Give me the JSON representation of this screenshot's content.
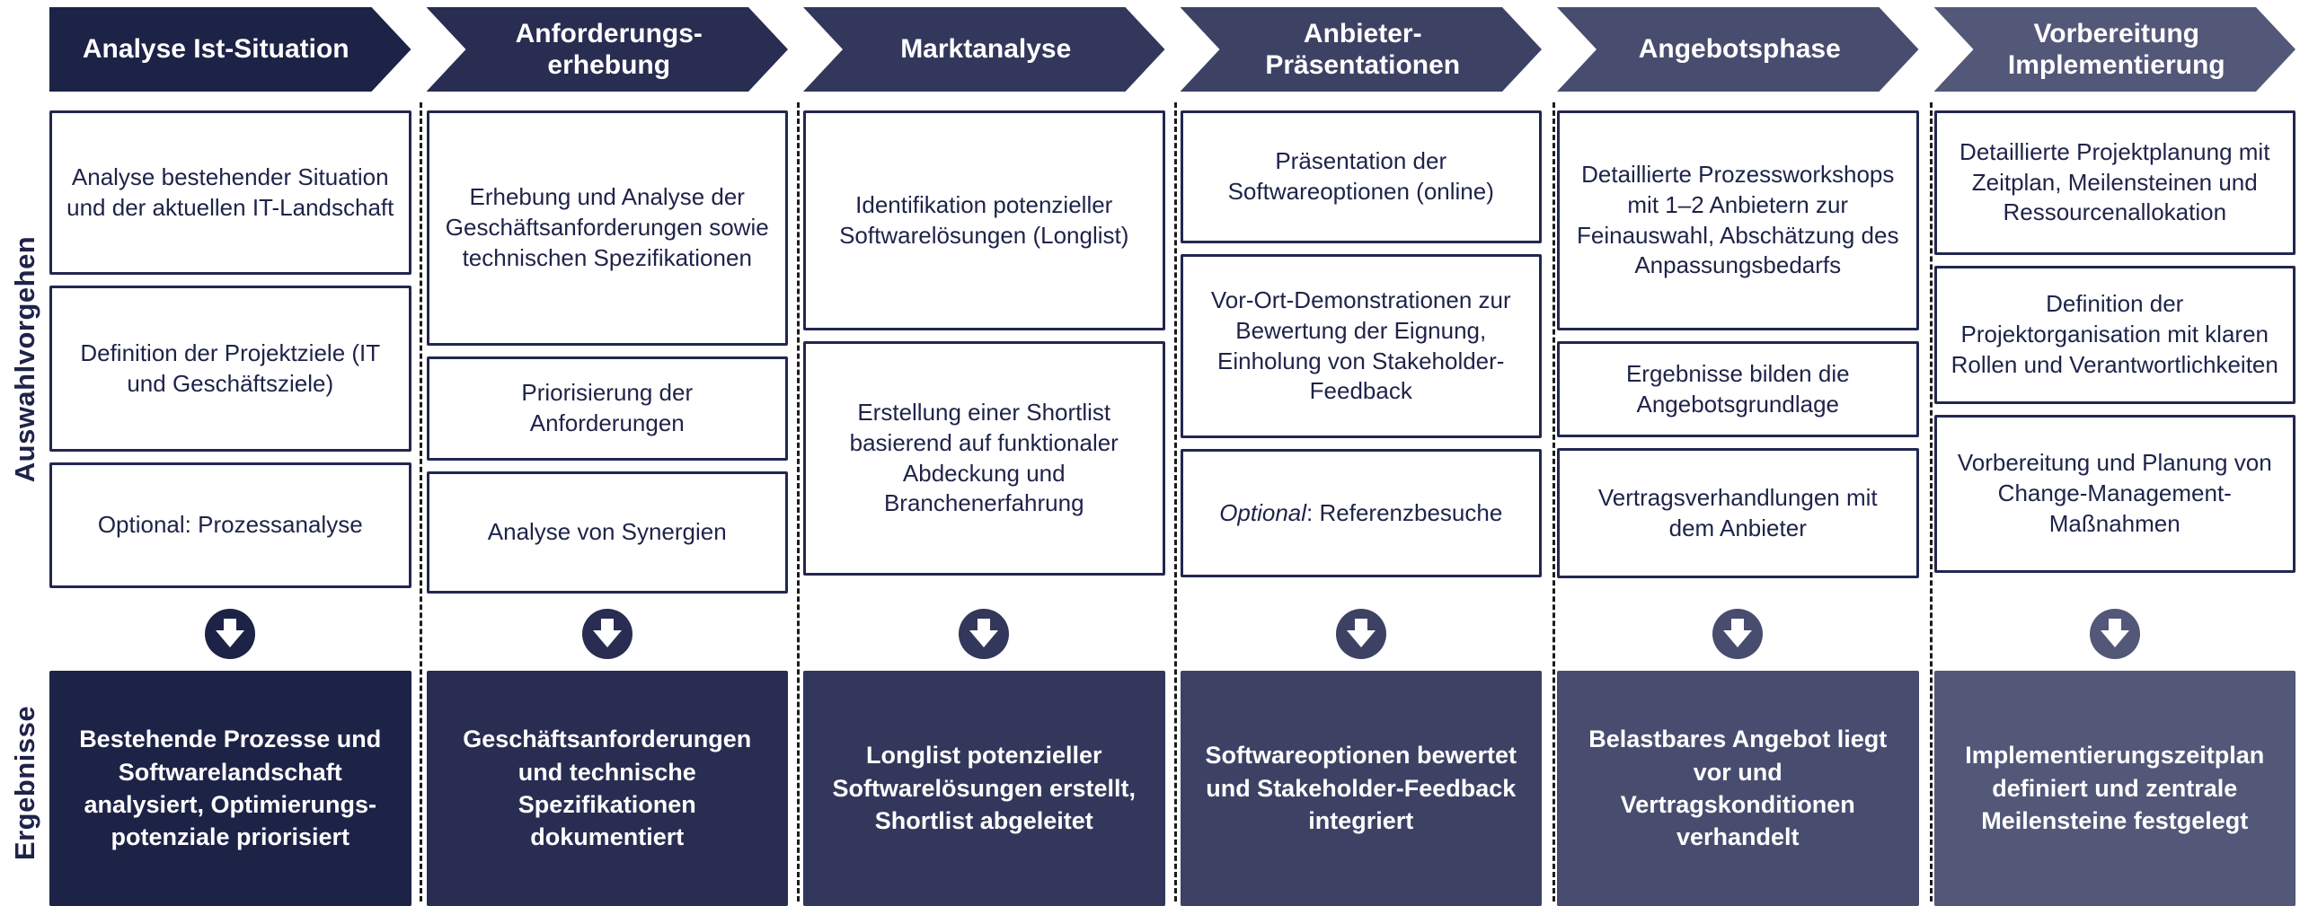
{
  "row_labels": {
    "process": "Auswahlvorgehen",
    "results": "Ergebnisse"
  },
  "icons": {
    "phase_shape": "chevron-arrow",
    "result_arrow": "circle-down-arrow-icon"
  },
  "palette": {
    "box_border": "#222750",
    "box_text": "#1e2349",
    "dashed_separator": "#1b1b1b",
    "arrow_glyph": "#ffffff"
  },
  "columns": [
    {
      "phase": "Analyse Ist-Situation",
      "color": "#1d2247",
      "activities": [
        {
          "text": "Analyse bestehender Situation und der aktuellen IT-Landschaft"
        },
        {
          "text": "Definition der Projektziele (IT und Geschäftsziele)"
        },
        {
          "text": "Optional: Prozessanalyse"
        }
      ],
      "result": "Bestehende Prozesse und Softwarelandschaft analysiert, Optimierungs­potenziale priorisiert"
    },
    {
      "phase": "Anforderungs­erhebung",
      "color": "#282d51",
      "activities": [
        {
          "text": "Erhebung und Analyse der Geschäfts­anforderungen sowie technischen Spezifikationen"
        },
        {
          "text": "Priorisierung der Anforderungen"
        },
        {
          "text": "Analyse von Synergien"
        }
      ],
      "result": "Geschäftsanforder­ungen und technische Spezifikationen dokumentiert"
    },
    {
      "phase": "Marktanalyse",
      "color": "#32375b",
      "activities": [
        {
          "text": "Identifikation potenzieller Softwarelösungen (Longlist)"
        },
        {
          "text": "Erstellung einer Shortlist basierend auf funktionaler Abdeckung und Branchenerfahrung"
        }
      ],
      "result": "Longlist potenzieller Softwarelösungen erstellt, Shortlist abgeleitet"
    },
    {
      "phase": "Anbieter-Präsentationen",
      "color": "#3d4265",
      "activities": [
        {
          "text": "Präsentation der Softwareoptionen (online)"
        },
        {
          "text": "Vor-Ort-Demonstrationen zur Bewertung der Eignung, Einholung von Stakeholder-Feedback"
        },
        {
          "italic": "Optional",
          "text": ": Referenz­besuche"
        }
      ],
      "result": "Softwareoptionen bewertet und Stakeholder-Feedback integriert"
    },
    {
      "phase": "Angebotsphase",
      "color": "#484d6f",
      "activities": [
        {
          "text": "Detaillierte Prozessworkshops mit 1–2 Anbietern zur Feinauswahl, Abschätzung des Anpassungsbedarfs"
        },
        {
          "text": "Ergebnisse bilden die Angebotsgrundlage"
        },
        {
          "text": "Vertragsverhandlungen mit dem Anbieter"
        }
      ],
      "result": "Belastbares Angebot liegt vor und Vertragskonditionen verhandelt"
    },
    {
      "phase": "Vorbereitung Implementierung",
      "color": "#535879",
      "activities": [
        {
          "text": "Detaillierte Projekt­planung mit Zeitplan, Meilensteinen und Ressourcenallokation"
        },
        {
          "text": "Definition der Projektorganisation mit klaren Rollen und Verantwortlichkeiten"
        },
        {
          "text": "Vorbereitung und Planung von Change-Management-Maßnahmen"
        }
      ],
      "result": "Implementierungs­zeitplan definiert und zentrale Meilensteine festgelegt"
    }
  ]
}
